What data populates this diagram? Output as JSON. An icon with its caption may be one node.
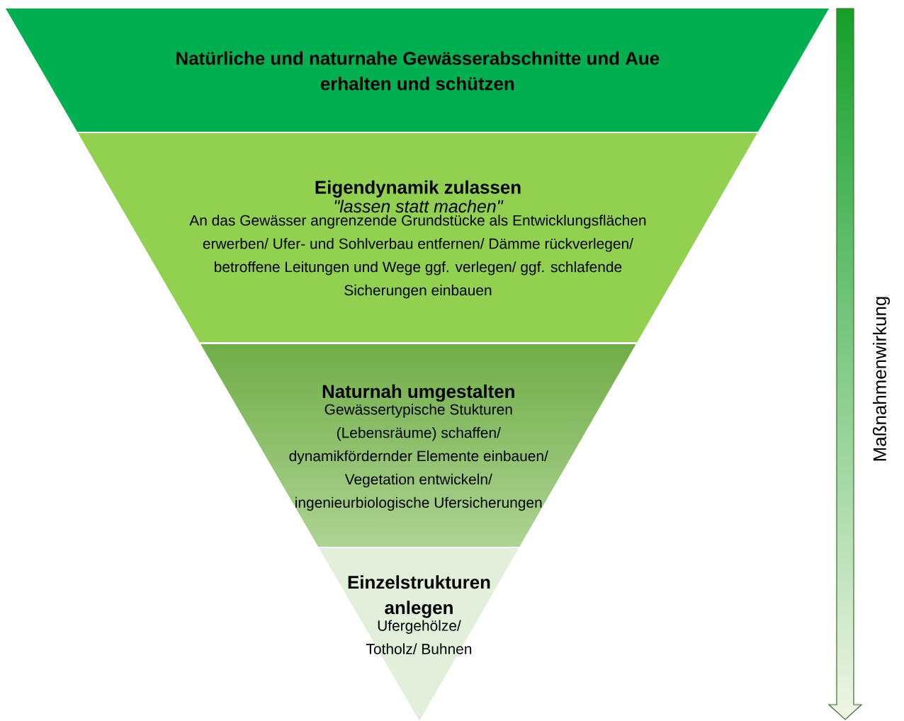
{
  "diagram": {
    "nodes": [
      {
        "text": [
          "Natürliche und naturnahe Gewässerabschnitte und Aue erhalten und schützen"
        ]
      },
      {
        "text": [
          "Eigendynamik zulassen",
          "\"lassen statt machen\"",
          "An das Gewässer angrenzende Grundstücke als Entwicklungsflächen erwerben/ Ufer- und Sohlverbau entfernen/ Dämme rückverlegen/ betroffene Leitungen und Wege ggf. verlegen/ ggf. schlafende Sicherungen einbauen"
        ]
      },
      {
        "text": [
          "Naturnah umgestalten",
          "Gewässertypische Stukturen (Lebensräume) schaffen/ dynamikfördernder Elemente einbauen/ Vegetation entwickeln/ ingenieurbiologische Ufersicherungen"
        ]
      },
      {
        "text": [
          "Einzelstrukturen anlegen",
          "Ufergehölze/ Totholz/ Buhnen"
        ]
      }
    ],
    "labels": [
      "Maßnahmenwirkung"
    ]
  }
}
